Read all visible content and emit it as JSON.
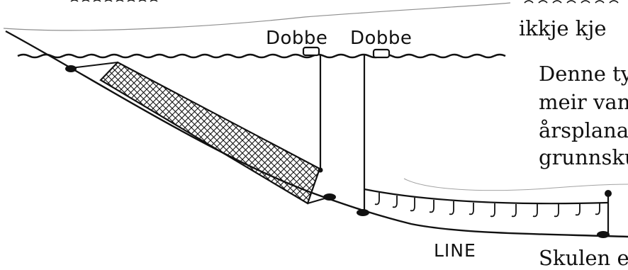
{
  "labels": {
    "buoy_left": "Dobbe",
    "buoy_right": "Dobbe",
    "line": "LINE"
  },
  "text_fragments": {
    "line_1": "ikkje kje",
    "para_1": "Denne ty",
    "para_2": "meir van",
    "para_3": "årsplanar",
    "para_4": "grunnsku",
    "para_5": "Skulen e"
  },
  "colors": {
    "ink": "#111111",
    "background": "#ffffff"
  }
}
